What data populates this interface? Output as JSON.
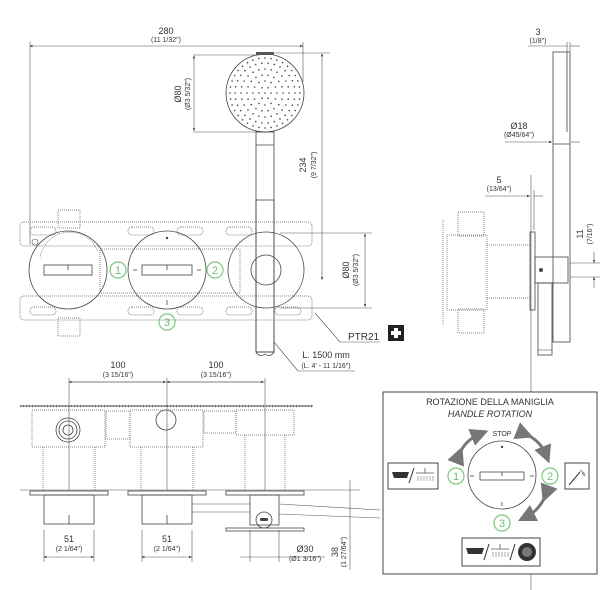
{
  "front_view": {
    "width_dim": {
      "mm": "280",
      "inch": "(11 1/32\")"
    },
    "head_diameter": {
      "mm": "Ø80",
      "inch": "(Ø3 5/32\")"
    },
    "height_dim": {
      "mm": "234",
      "inch": "(9 7/32\")"
    },
    "rosette_diameter": {
      "mm": "Ø80",
      "inch": "(Ø3 5/32\")"
    },
    "hose_length": {
      "mm": "L. 1500 mm",
      "inch": "(L. 4' - 11 1/16\")"
    },
    "part_code": "PTR21",
    "plus_icon": "plus-icon",
    "positions": [
      "1",
      "2",
      "3"
    ]
  },
  "side_view": {
    "thickness": {
      "mm": "3",
      "inch": "(1/8\")"
    },
    "handle_diameter": {
      "mm": "Ø18",
      "inch": "(Ø45/64\")"
    },
    "plate_offset": {
      "mm": "5",
      "inch": "(13/64\")"
    },
    "holder_height": {
      "mm": "11",
      "inch": "(7/16\")"
    }
  },
  "bottom_view": {
    "spacing_1": {
      "mm": "100",
      "inch": "(3 15/16\")"
    },
    "spacing_2": {
      "mm": "100",
      "inch": "(3 15/16\")"
    },
    "body_1": {
      "mm": "51",
      "inch": "(2 1/64\")"
    },
    "body_2": {
      "mm": "51",
      "inch": "(2 1/64\")"
    },
    "outlet_diameter": {
      "mm": "Ø30",
      "inch": "(Ø1 3/16\")"
    },
    "outlet_depth": {
      "mm": "38",
      "inch": "(1 27/64\")"
    }
  },
  "rotation_panel": {
    "title": "ROTAZIONE DELLA MANIGLIA",
    "subtitle": "HANDLE ROTATION",
    "stop_label": "STOP",
    "positions": [
      "1",
      "2",
      "3"
    ],
    "position_icons": [
      "bathtub-showerhead-icon",
      "hand-shower-icon",
      "bathtub-showerhead-hand-shower-icon"
    ]
  }
}
